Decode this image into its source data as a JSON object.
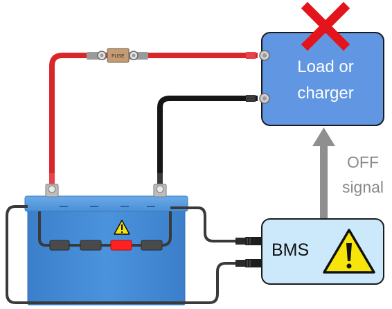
{
  "load": {
    "label_line1": "Load or",
    "label_line2": "charger"
  },
  "signal": {
    "line1": "OFF",
    "line2": "signal"
  },
  "bms": {
    "label": "BMS"
  },
  "fuse": {
    "label": "FUSE"
  },
  "colors": {
    "positive_cable": "#d9262b",
    "negative_cable": "#151515",
    "load_box": "#6196e3",
    "bms_box": "#cce9fb",
    "battery": "#4a8fd6",
    "cross": "#e3141b",
    "arrow": "#8f8f8f",
    "warning": "#f7e50a"
  },
  "icons": [
    "warning-icon",
    "cross-icon",
    "arrow-up-icon"
  ]
}
